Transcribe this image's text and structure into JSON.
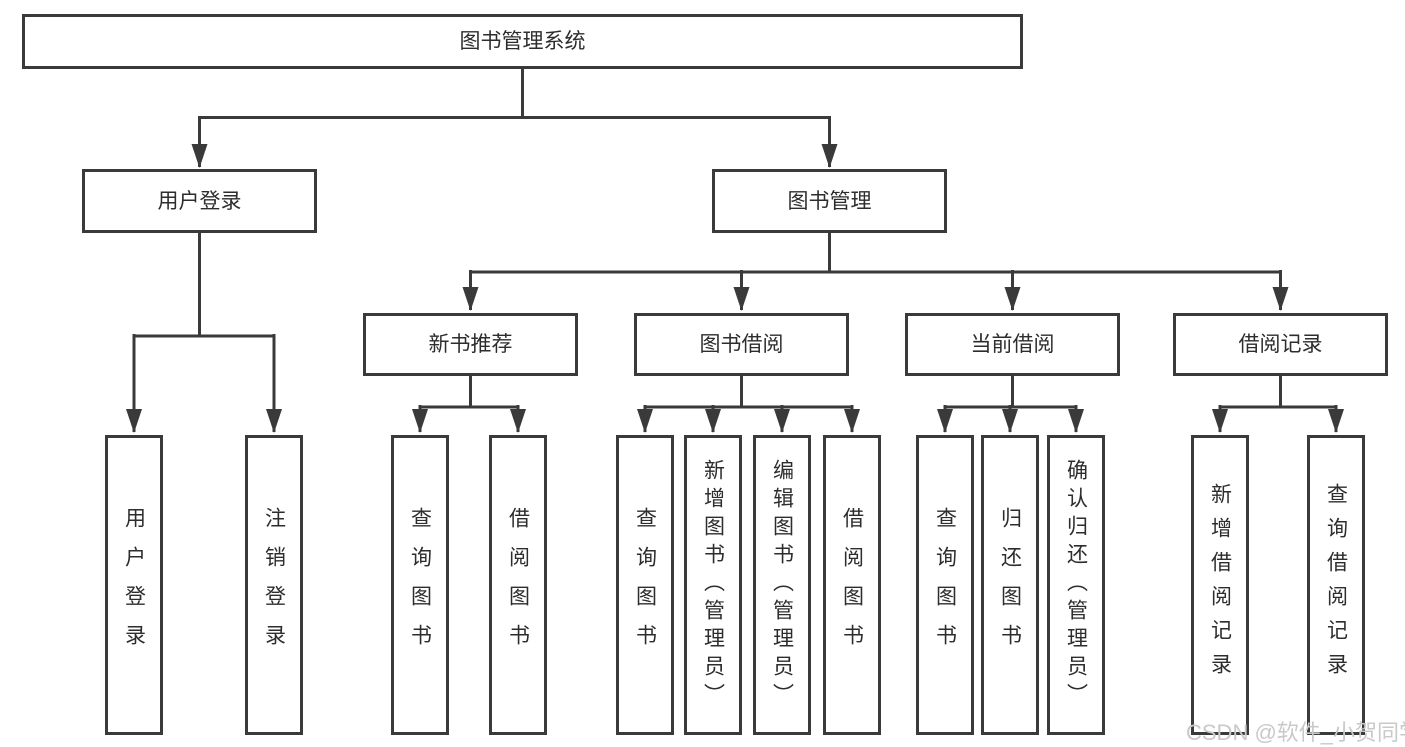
{
  "colors": {
    "line": "#3a3a3a",
    "border": "#3a3a3a",
    "text": "#2d2d2d",
    "watermark": "#c9c9c9",
    "background": "#ffffff"
  },
  "watermark": {
    "text": "CSDN @软件_小贺同学"
  },
  "diagram": {
    "type": "hierarchy-tree",
    "tree": {
      "label": "图书管理系统",
      "children": [
        {
          "label": "用户登录",
          "children": [
            {
              "label": "用户登录"
            },
            {
              "label": "注销登录"
            }
          ]
        },
        {
          "label": "图书管理",
          "children": [
            {
              "label": "新书推荐",
              "children": [
                {
                  "label": "查询图书"
                },
                {
                  "label": "借阅图书"
                }
              ]
            },
            {
              "label": "图书借阅",
              "children": [
                {
                  "label": "查询图书"
                },
                {
                  "label": "新增图书（管理员）"
                },
                {
                  "label": "编辑图书（管理员）"
                },
                {
                  "label": "借阅图书"
                }
              ]
            },
            {
              "label": "当前借阅",
              "children": [
                {
                  "label": "查询图书"
                },
                {
                  "label": "归还图书"
                },
                {
                  "label": "确认归还（管理员）"
                }
              ]
            },
            {
              "label": "借阅记录",
              "children": [
                {
                  "label": "新增借阅记录"
                },
                {
                  "label": "查询借阅记录"
                }
              ]
            }
          ]
        }
      ]
    }
  }
}
